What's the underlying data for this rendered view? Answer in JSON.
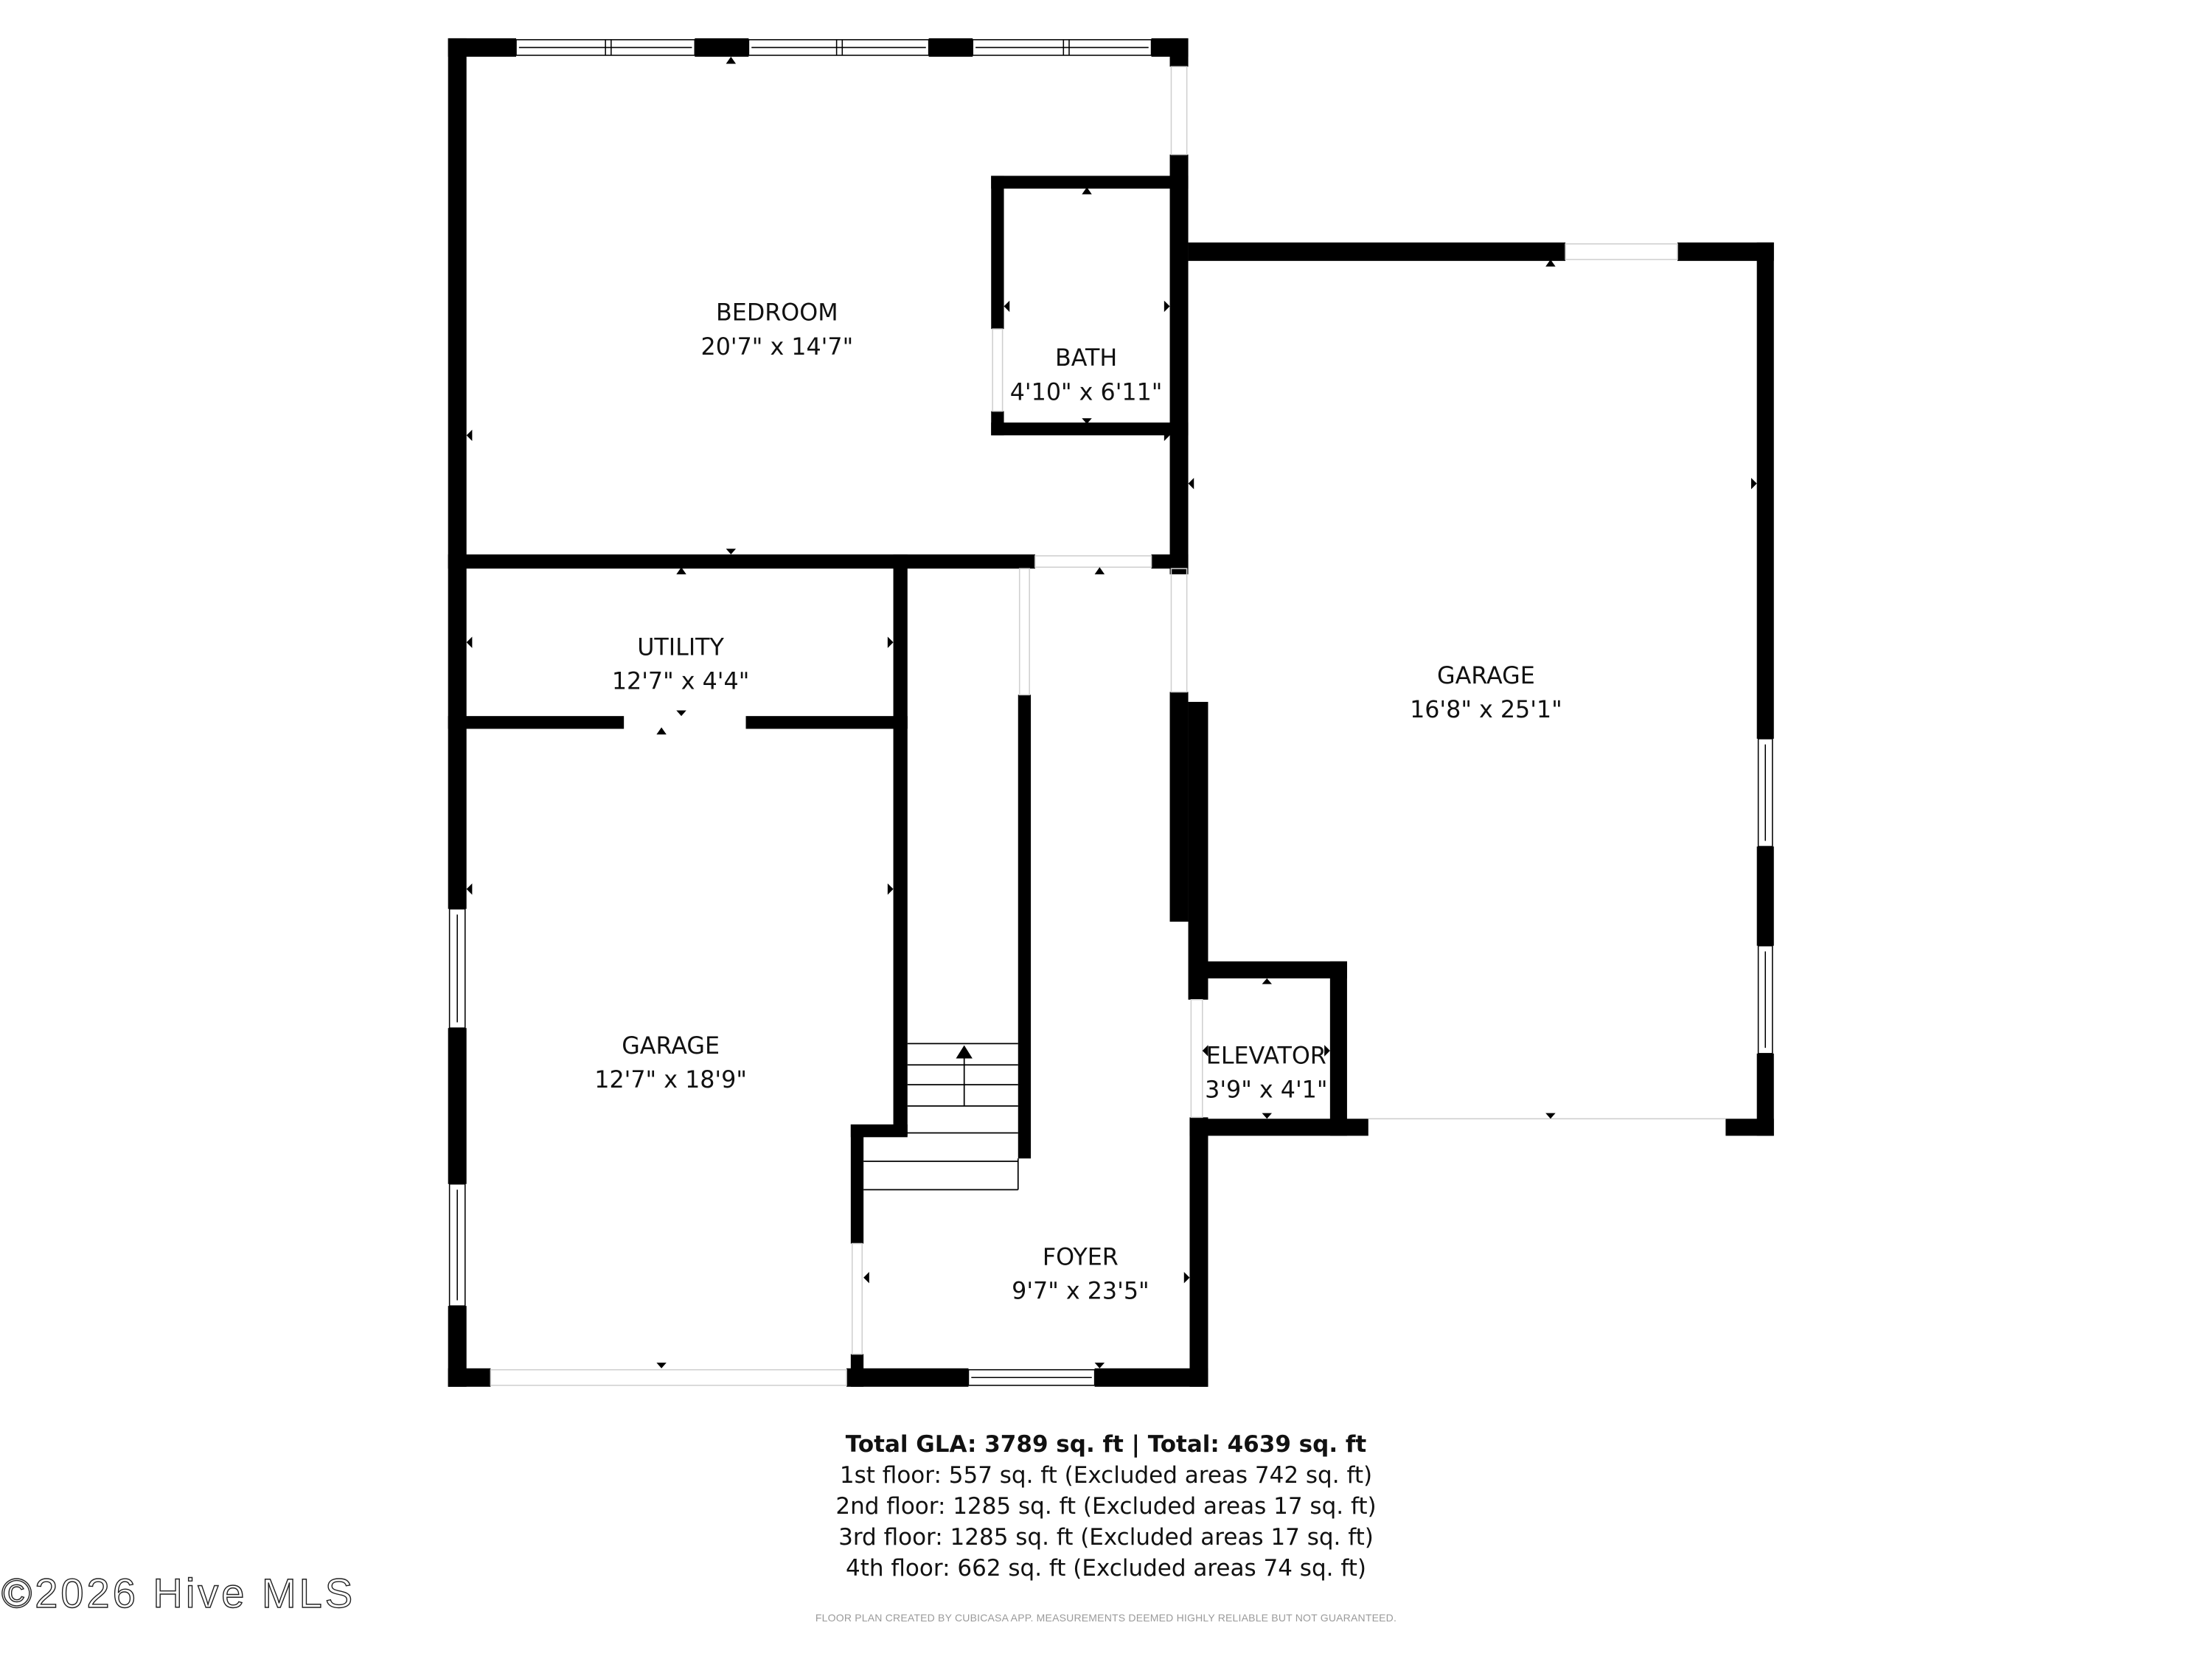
{
  "rooms": [
    {
      "id": "bedroom",
      "name": "BEDROOM",
      "dimensions": "20'7\" x 14'7\""
    },
    {
      "id": "bath",
      "name": "BATH",
      "dimensions": "4'10\" x 6'11\""
    },
    {
      "id": "garage_right",
      "name": "GARAGE",
      "dimensions": "16'8\" x 25'1\""
    },
    {
      "id": "utility",
      "name": "UTILITY",
      "dimensions": "12'7\" x 4'4\""
    },
    {
      "id": "garage_left",
      "name": "GARAGE",
      "dimensions": "12'7\" x 18'9\""
    },
    {
      "id": "elevator",
      "name": "ELEVATOR",
      "dimensions": "3'9\" x 4'1\""
    },
    {
      "id": "foyer",
      "name": "FOYER",
      "dimensions": "9'7\" x 23'5\""
    }
  ],
  "summary": {
    "total_line": "Total GLA: 3789 sq. ft | Total: 4639 sq. ft",
    "floors": [
      "1st floor: 557 sq. ft (Excluded areas 742 sq. ft)",
      "2nd floor: 1285 sq. ft (Excluded areas 17 sq. ft)",
      "3rd floor: 1285 sq. ft (Excluded areas 17 sq. ft)",
      "4th floor: 662 sq. ft (Excluded areas 74 sq. ft)"
    ]
  },
  "disclaimer": "FLOOR PLAN CREATED BY CUBICASA APP. MEASUREMENTS DEEMED HIGHLY RELIABLE BUT NOT GUARANTEED.",
  "watermark": "©2026 Hive MLS",
  "colors": {
    "wall": "#000000",
    "background": "#ffffff",
    "text": "#111111",
    "disclaimer": "#9a9a9a"
  }
}
